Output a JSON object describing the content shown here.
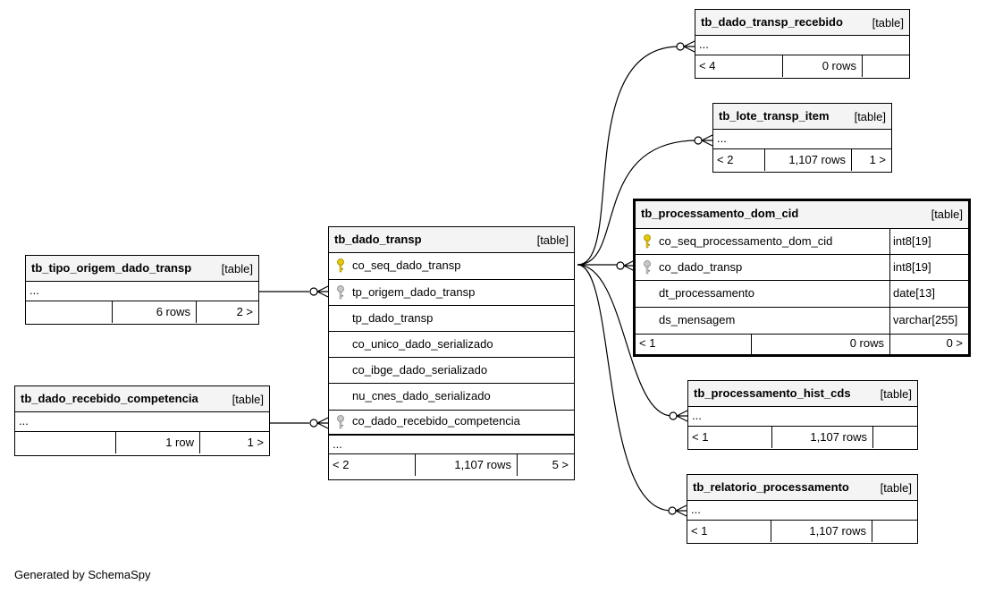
{
  "footer_text": "Generated by SchemaSpy",
  "tables": {
    "tb_dado_transp_recebido": {
      "name": "tb_dado_transp_recebido",
      "kind": "[table]",
      "ellipsis": "...",
      "parents": "< 4",
      "rows": "0 rows",
      "children": ""
    },
    "tb_lote_transp_item": {
      "name": "tb_lote_transp_item",
      "kind": "[table]",
      "ellipsis": "...",
      "parents": "< 2",
      "rows": "1,107 rows",
      "children": "1 >"
    },
    "tb_processamento_dom_cid": {
      "name": "tb_processamento_dom_cid",
      "kind": "[table]",
      "columns": [
        {
          "name": "co_seq_processamento_dom_cid",
          "type": "int8[19]",
          "key": "primary"
        },
        {
          "name": "co_dado_transp",
          "type": "int8[19]",
          "key": "foreign"
        },
        {
          "name": "dt_processamento",
          "type": "date[13]",
          "key": ""
        },
        {
          "name": "ds_mensagem",
          "type": "varchar[255]",
          "key": ""
        }
      ],
      "parents": "< 1",
      "rows": "0 rows",
      "children": "0 >"
    },
    "tb_processamento_hist_cds": {
      "name": "tb_processamento_hist_cds",
      "kind": "[table]",
      "ellipsis": "...",
      "parents": "< 1",
      "rows": "1,107 rows",
      "children": ""
    },
    "tb_relatorio_processamento": {
      "name": "tb_relatorio_processamento",
      "kind": "[table]",
      "ellipsis": "...",
      "parents": "< 1",
      "rows": "1,107 rows",
      "children": ""
    },
    "tb_dado_transp": {
      "name": "tb_dado_transp",
      "kind": "[table]",
      "columns": [
        {
          "name": "co_seq_dado_transp",
          "key": "primary"
        },
        {
          "name": "tp_origem_dado_transp",
          "key": "foreign"
        },
        {
          "name": "tp_dado_transp",
          "key": ""
        },
        {
          "name": "co_unico_dado_serializado",
          "key": ""
        },
        {
          "name": "co_ibge_dado_serializado",
          "key": ""
        },
        {
          "name": "nu_cnes_dado_serializado",
          "key": ""
        },
        {
          "name": "co_dado_recebido_competencia",
          "key": "foreign"
        }
      ],
      "ellipsis": "...",
      "parents": "< 2",
      "rows": "1,107 rows",
      "children": "5 >"
    },
    "tb_tipo_origem_dado_transp": {
      "name": "tb_tipo_origem_dado_transp",
      "kind": "[table]",
      "ellipsis": "...",
      "parents": "",
      "rows": "6 rows",
      "children": "2 >"
    },
    "tb_dado_recebido_competencia": {
      "name": "tb_dado_recebido_competencia",
      "kind": "[table]",
      "ellipsis": "...",
      "parents": "",
      "rows": "1 row",
      "children": "1 >"
    }
  },
  "colors": {
    "primary_key": "#e6c800",
    "foreign_key": "#a0a0a0",
    "header_bg": "#f4f4f4"
  }
}
